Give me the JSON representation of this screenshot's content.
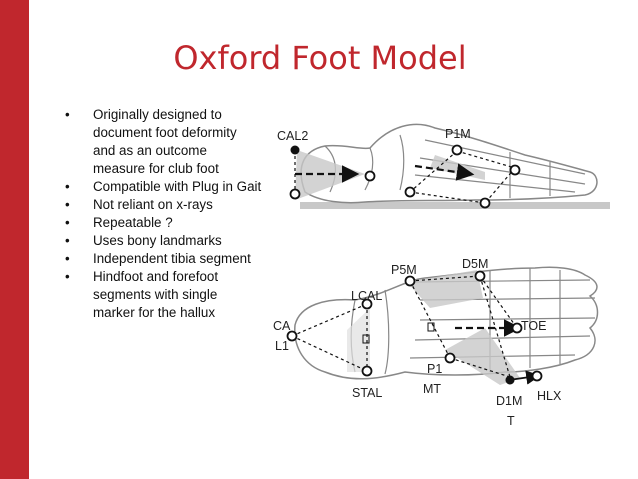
{
  "title": "Oxford Foot Model",
  "bullets": [
    "Originally designed to document foot deformity and as an outcome measure for club foot",
    "Compatible with Plug in Gait",
    "Not reliant on x-rays",
    "Repeatable ?",
    "Uses bony landmarks",
    "Independent tibia segment",
    "Hindfoot and forefoot segments with single marker for the hallux"
  ],
  "lateral_view": {
    "labels": {
      "cal2": "CAL2",
      "p1m": "P1M"
    }
  },
  "top_view": {
    "labels": {
      "p5m": "P5M",
      "d5m": "D5M",
      "lcal": "LCAL",
      "cal1_a": "CA",
      "cal1_b": "L1",
      "toe": "TOE",
      "p1mt_a": "P1",
      "p1mt_b": "MT",
      "stal": "STAL",
      "d1mt_a": "D1M",
      "d1mt_b": "T",
      "hlx": "HLX"
    }
  },
  "colors": {
    "accent": "#c0272d",
    "bone_outline": "#888888",
    "shading": "#c8c8c8"
  }
}
